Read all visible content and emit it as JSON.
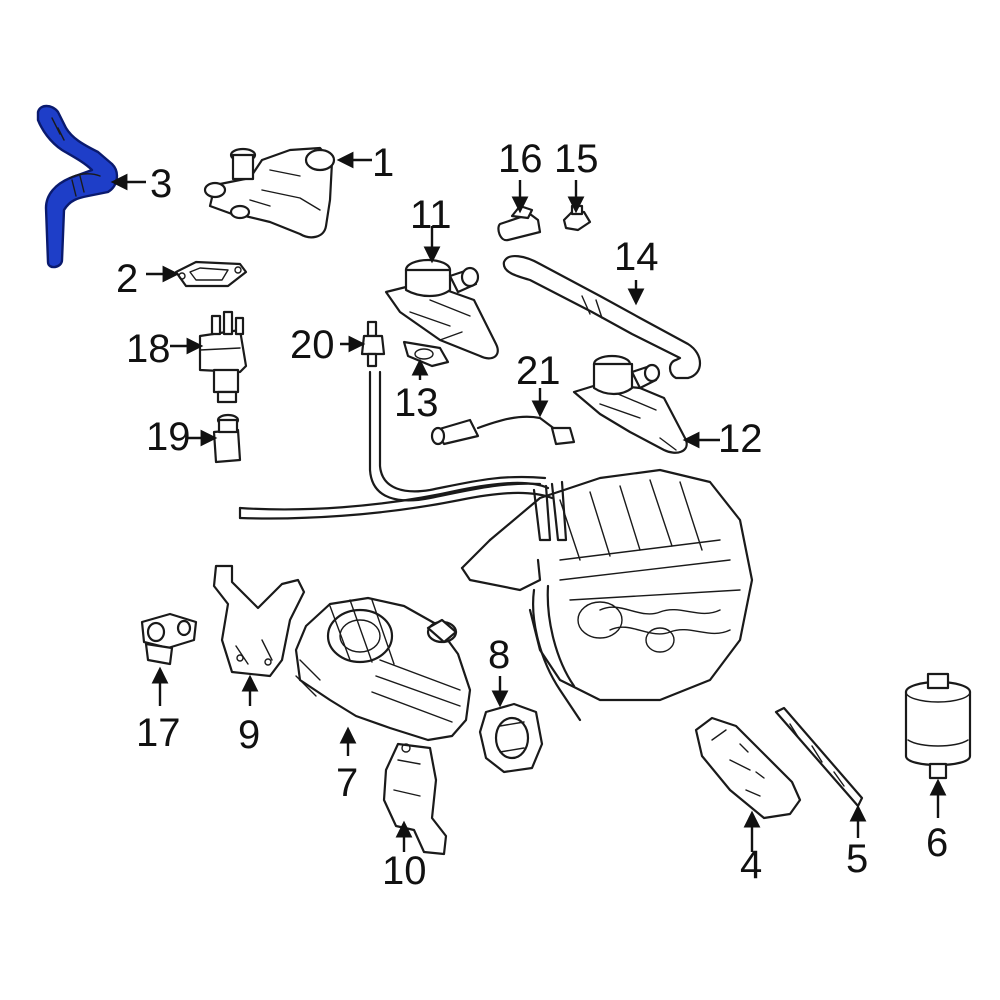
{
  "highlight_color": "#1e3ec8",
  "callouts": {
    "c1": "1",
    "c2": "2",
    "c3": "3",
    "c4": "4",
    "c5": "5",
    "c6": "6",
    "c7": "7",
    "c8": "8",
    "c9": "9",
    "c10": "10",
    "c11": "11",
    "c12": "12",
    "c13": "13",
    "c14": "14",
    "c15": "15",
    "c16": "16",
    "c17": "17",
    "c18": "18",
    "c19": "19",
    "c20": "20",
    "c21": "21"
  }
}
